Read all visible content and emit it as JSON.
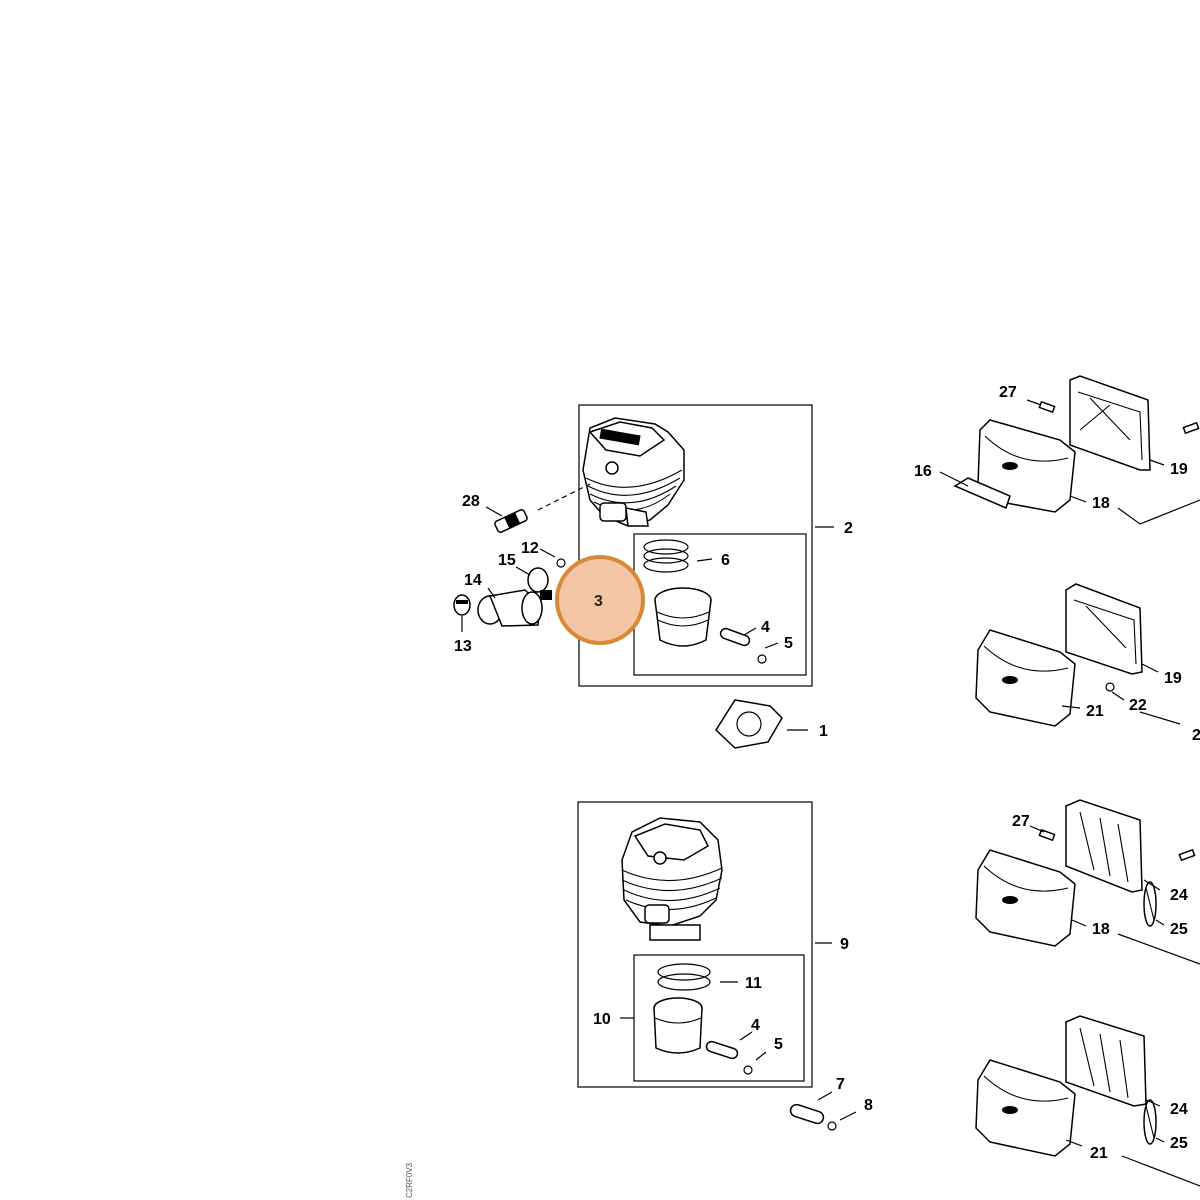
{
  "diagram": {
    "callouts": [
      {
        "id": "1",
        "label": "1"
      },
      {
        "id": "2",
        "label": "2"
      },
      {
        "id": "3",
        "label": "3"
      },
      {
        "id": "4a",
        "label": "4"
      },
      {
        "id": "5a",
        "label": "5"
      },
      {
        "id": "6",
        "label": "6"
      },
      {
        "id": "12",
        "label": "12"
      },
      {
        "id": "13",
        "label": "13"
      },
      {
        "id": "14",
        "label": "14"
      },
      {
        "id": "15",
        "label": "15"
      },
      {
        "id": "28",
        "label": "28"
      },
      {
        "id": "9",
        "label": "9"
      },
      {
        "id": "10",
        "label": "10"
      },
      {
        "id": "11",
        "label": "11"
      },
      {
        "id": "4b",
        "label": "4"
      },
      {
        "id": "5b",
        "label": "5"
      },
      {
        "id": "7",
        "label": "7"
      },
      {
        "id": "8",
        "label": "8"
      },
      {
        "id": "27a",
        "label": "27"
      },
      {
        "id": "16",
        "label": "16"
      },
      {
        "id": "19a",
        "label": "19"
      },
      {
        "id": "18a",
        "label": "18"
      },
      {
        "id": "19b",
        "label": "19"
      },
      {
        "id": "21a",
        "label": "21"
      },
      {
        "id": "22",
        "label": "22"
      },
      {
        "id": "2x",
        "label": "2"
      },
      {
        "id": "27b",
        "label": "27"
      },
      {
        "id": "24a",
        "label": "24"
      },
      {
        "id": "25a",
        "label": "25"
      },
      {
        "id": "18b",
        "label": "18"
      },
      {
        "id": "24b",
        "label": "24"
      },
      {
        "id": "25b",
        "label": "25"
      },
      {
        "id": "21b",
        "label": "21"
      }
    ],
    "highlight": {
      "label": "3",
      "color": "#f2c6a4",
      "ring_color": "#d98837"
    },
    "drawing_code": "C2RF0V3"
  }
}
